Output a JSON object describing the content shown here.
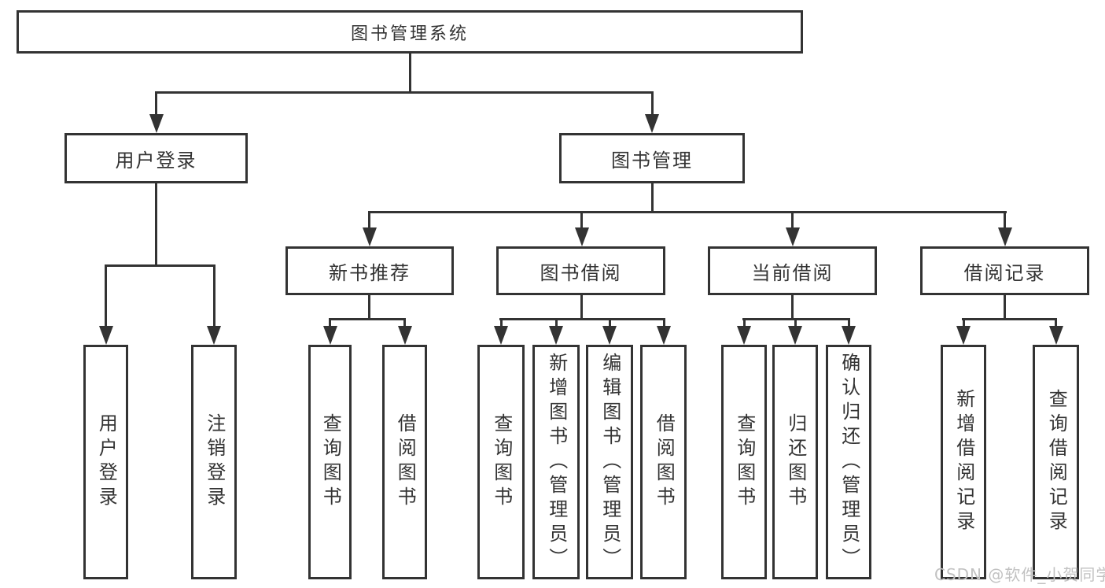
{
  "diagram_type": "hierarchy-flowchart",
  "colors": {
    "line": "#333333",
    "text": "#333333",
    "node_background": "#ffffff",
    "page_background": "#ffffff",
    "watermark": "#c2c2c2"
  },
  "watermark": {
    "text": "CSDN @软件_小贺同学"
  },
  "tree": {
    "root": {
      "label": "图书管理系统",
      "children": [
        {
          "label": "用户登录",
          "children": [
            {
              "label": "用户登录"
            },
            {
              "label": "注销登录"
            }
          ]
        },
        {
          "label": "图书管理",
          "children": [
            {
              "label": "新书推荐",
              "children": [
                {
                  "label": "查询图书"
                },
                {
                  "label": "借阅图书"
                }
              ]
            },
            {
              "label": "图书借阅",
              "children": [
                {
                  "label": "查询图书"
                },
                {
                  "label": "新增图书（管理员）"
                },
                {
                  "label": "编辑图书（管理员）"
                },
                {
                  "label": "借阅图书"
                }
              ]
            },
            {
              "label": "当前借阅",
              "children": [
                {
                  "label": "查询图书"
                },
                {
                  "label": "归还图书"
                },
                {
                  "label": "确认归还（管理员）"
                }
              ]
            },
            {
              "label": "借阅记录",
              "children": [
                {
                  "label": "新增借阅记录"
                },
                {
                  "label": "查询借阅记录"
                }
              ]
            }
          ]
        }
      ]
    }
  }
}
